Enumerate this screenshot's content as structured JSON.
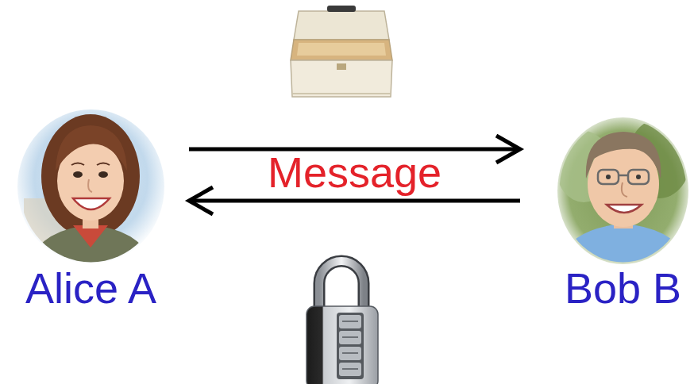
{
  "diagram": {
    "nodes": [
      {
        "text": [
          "Alice A"
        ]
      },
      {
        "text": [
          "Bob B"
        ]
      }
    ],
    "edges": [
      {
        "from": 0,
        "to": 1,
        "arrow": "to",
        "label": "Message"
      },
      {
        "from": 1,
        "to": 0,
        "arrow": "to"
      }
    ]
  }
}
